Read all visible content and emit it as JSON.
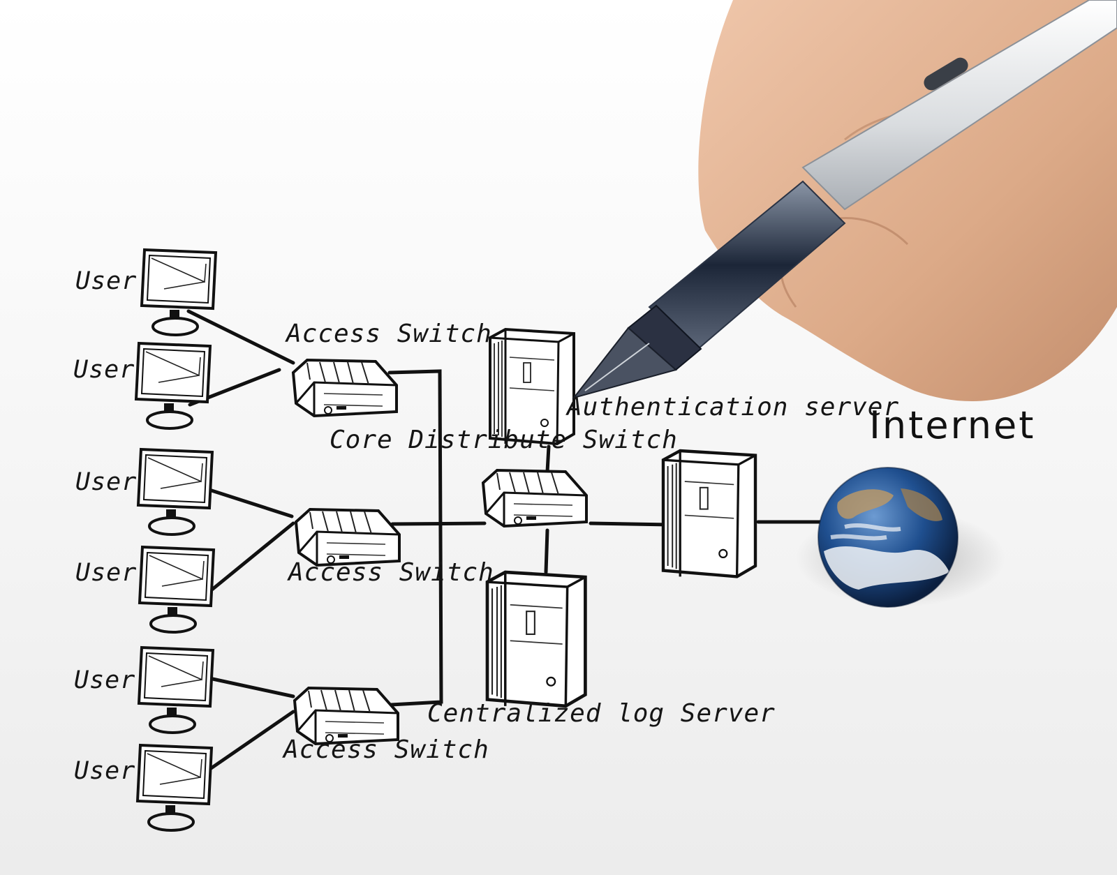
{
  "nodes": {
    "users": [
      "User",
      "User",
      "User",
      "User",
      "User",
      "User"
    ],
    "access_switches": [
      "Access Switch",
      "Access Switch",
      "Access Switch"
    ],
    "core_switch": "Core Distribute Switch",
    "auth_server": "Authentication server",
    "log_server": "Centralized log Server",
    "internet": "Internet"
  },
  "colors": {
    "ink": "#151515",
    "skin": "#e3b495",
    "pen_body": "#d9dcdf",
    "globe_ocean": "#1f4f8f",
    "globe_cloud": "#f2f4f7"
  },
  "icons": [
    "monitor-icon",
    "network-switch-icon",
    "server-tower-icon",
    "globe-icon",
    "fountain-pen-icon",
    "hand-icon"
  ]
}
